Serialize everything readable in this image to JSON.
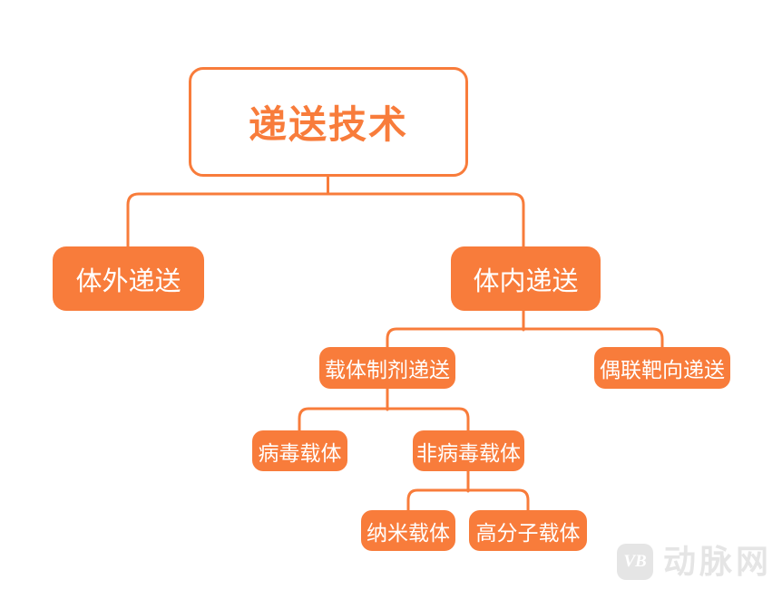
{
  "colors": {
    "accent": "#F87C3B",
    "node_text": "#FFFFFF",
    "root_text": "#F87C3B",
    "watermark": "#E5E5E5",
    "background": "#FFFFFF"
  },
  "tree": {
    "root": {
      "label": "递送技术",
      "children": [
        {
          "label": "体外递送",
          "children": []
        },
        {
          "label": "体内递送",
          "children": [
            {
              "label": "载体制剂递送",
              "children": [
                {
                  "label": "病毒载体",
                  "children": []
                },
                {
                  "label": "非病毒载体",
                  "children": [
                    {
                      "label": "纳米载体",
                      "children": []
                    },
                    {
                      "label": "高分子载体",
                      "children": []
                    }
                  ]
                }
              ]
            },
            {
              "label": "偶联靶向递送",
              "children": []
            }
          ]
        }
      ]
    }
  },
  "watermark": {
    "logo": "VB",
    "text": "动脉网"
  }
}
